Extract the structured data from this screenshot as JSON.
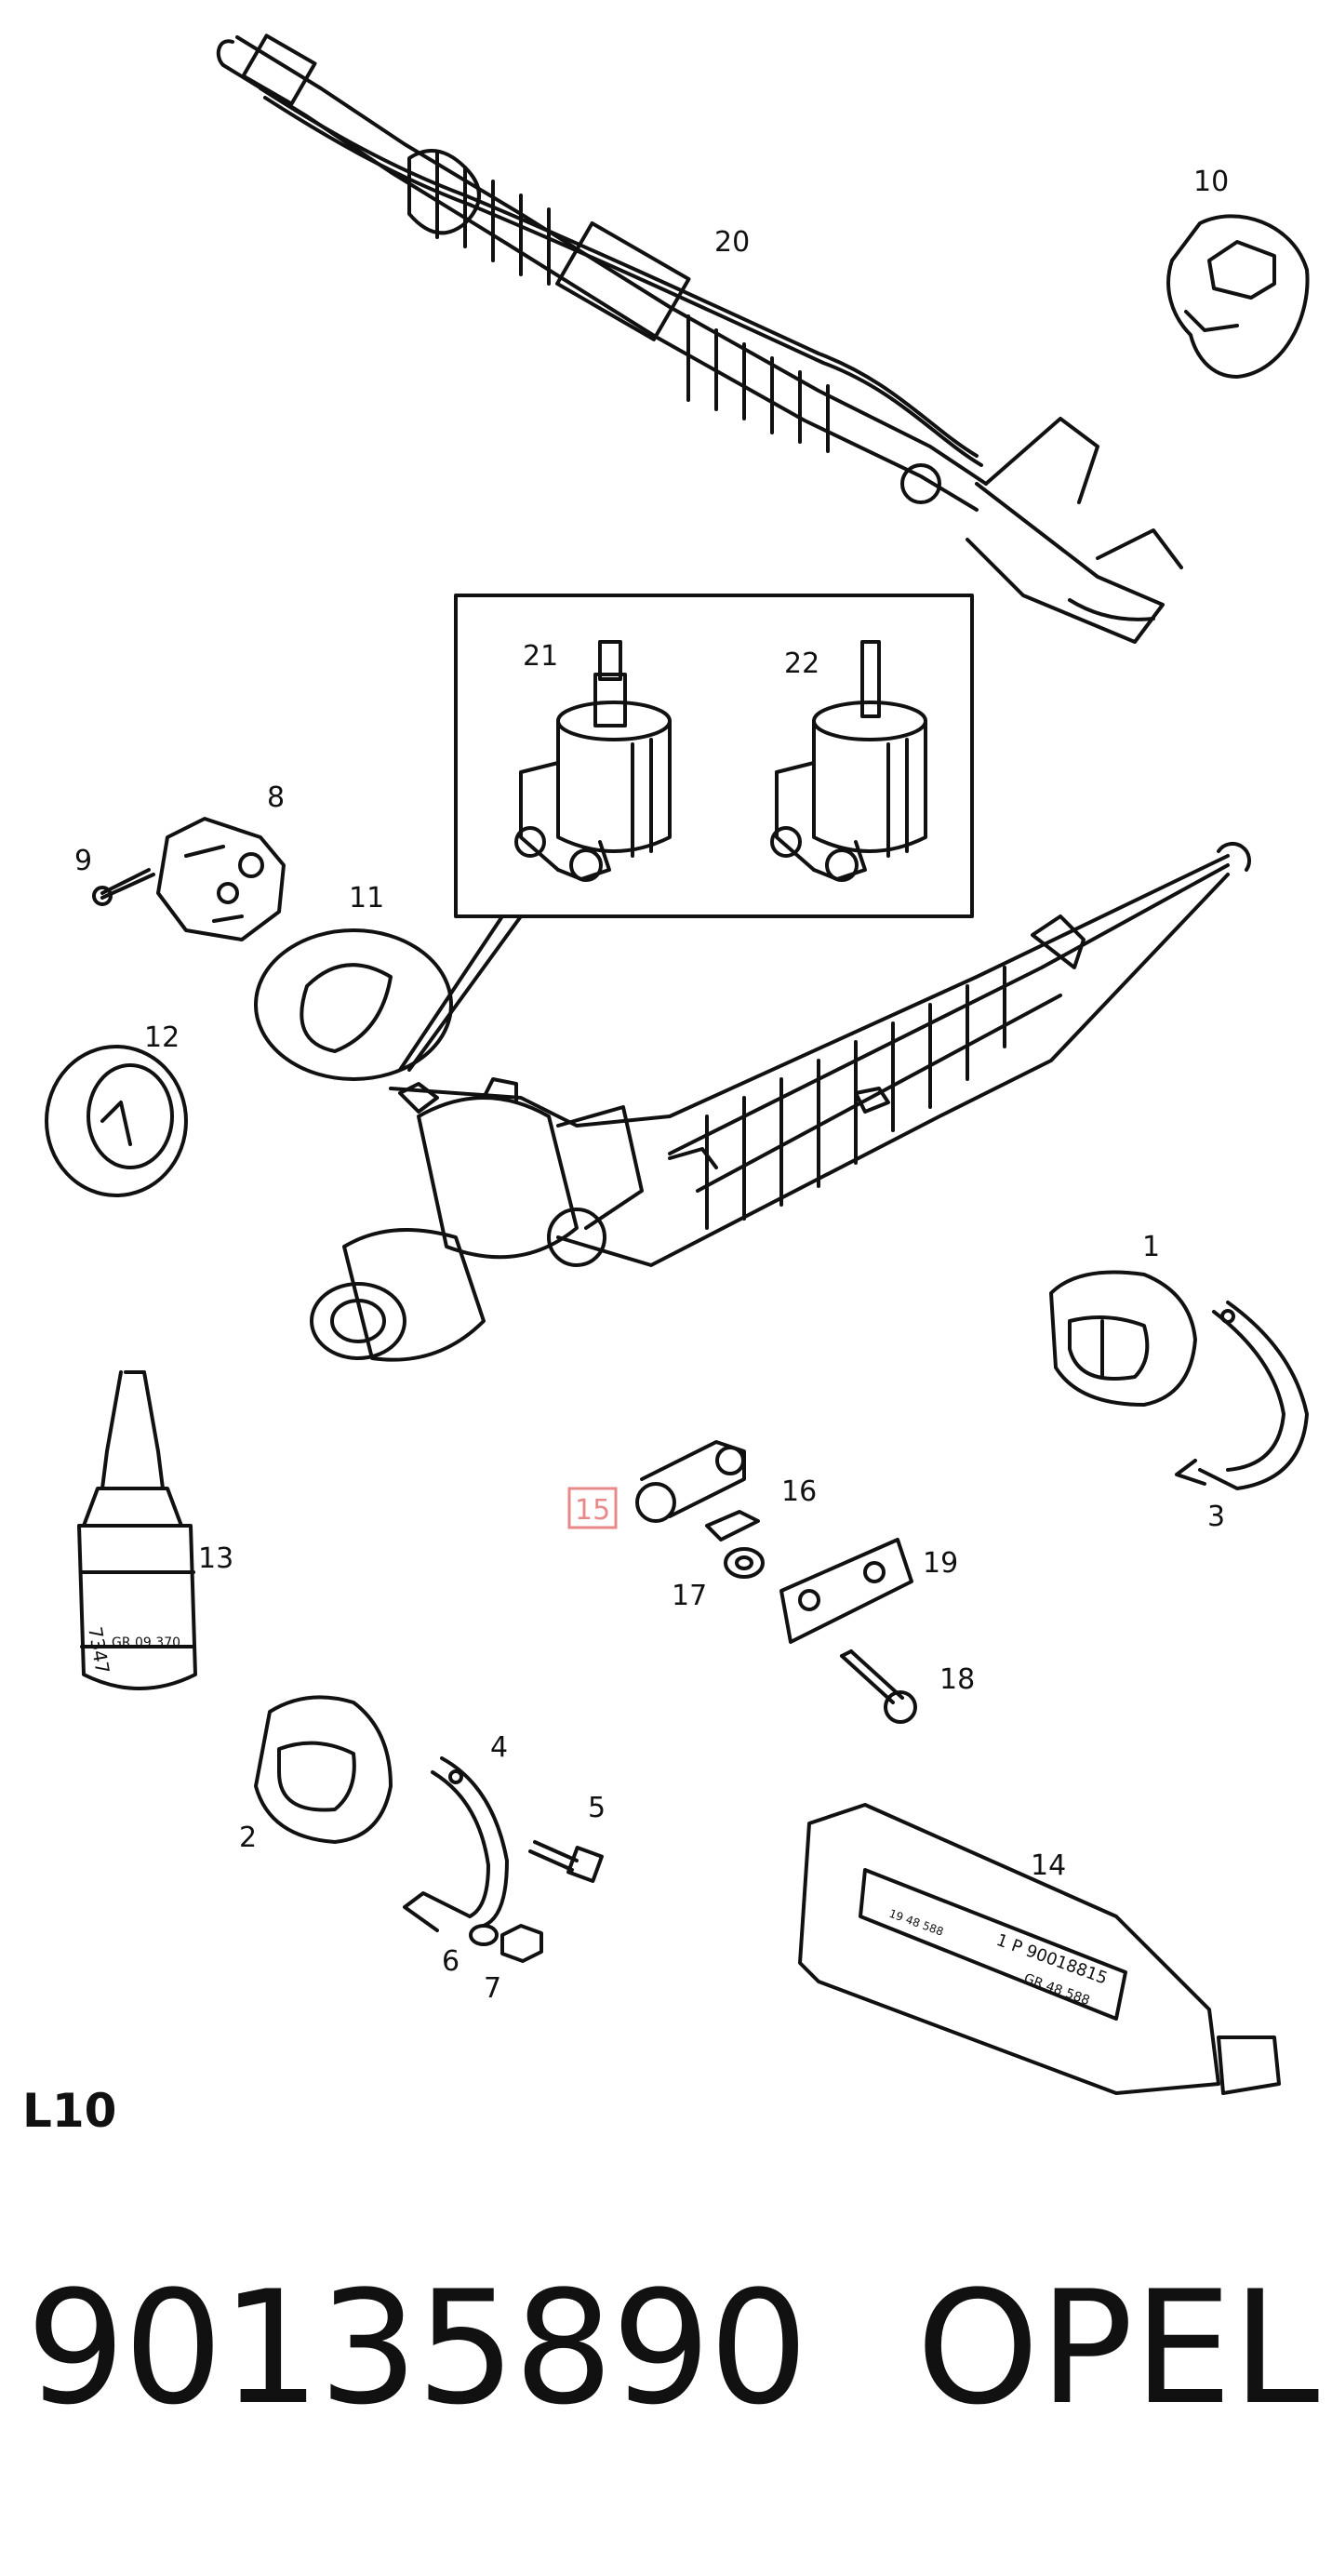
{
  "diagram": {
    "callouts": [
      {
        "id": "20",
        "label": "20"
      },
      {
        "id": "10",
        "label": "10"
      },
      {
        "id": "21",
        "label": "21"
      },
      {
        "id": "22",
        "label": "22"
      },
      {
        "id": "8",
        "label": "8"
      },
      {
        "id": "9",
        "label": "9"
      },
      {
        "id": "11",
        "label": "11"
      },
      {
        "id": "12",
        "label": "12"
      },
      {
        "id": "1",
        "label": "1"
      },
      {
        "id": "3",
        "label": "3"
      },
      {
        "id": "13",
        "label": "13"
      },
      {
        "id": "15",
        "label": "15",
        "highlighted": true
      },
      {
        "id": "16",
        "label": "16"
      },
      {
        "id": "17",
        "label": "17"
      },
      {
        "id": "19",
        "label": "19"
      },
      {
        "id": "18",
        "label": "18"
      },
      {
        "id": "2",
        "label": "2"
      },
      {
        "id": "4",
        "label": "4"
      },
      {
        "id": "5",
        "label": "5"
      },
      {
        "id": "6",
        "label": "6"
      },
      {
        "id": "7",
        "label": "7"
      },
      {
        "id": "14",
        "label": "14"
      }
    ],
    "labels": {
      "bottle": "7347",
      "bottle_sub": "GR 09 370",
      "tube_top": "1 P 90018815",
      "tube_mid_left": "19 48 588",
      "tube_mid_right": "GR 48 588"
    },
    "highlight_color": "#e88a8a"
  },
  "footer": {
    "section_code": "L10",
    "part_number": "90135890",
    "brand": "OPEL"
  }
}
